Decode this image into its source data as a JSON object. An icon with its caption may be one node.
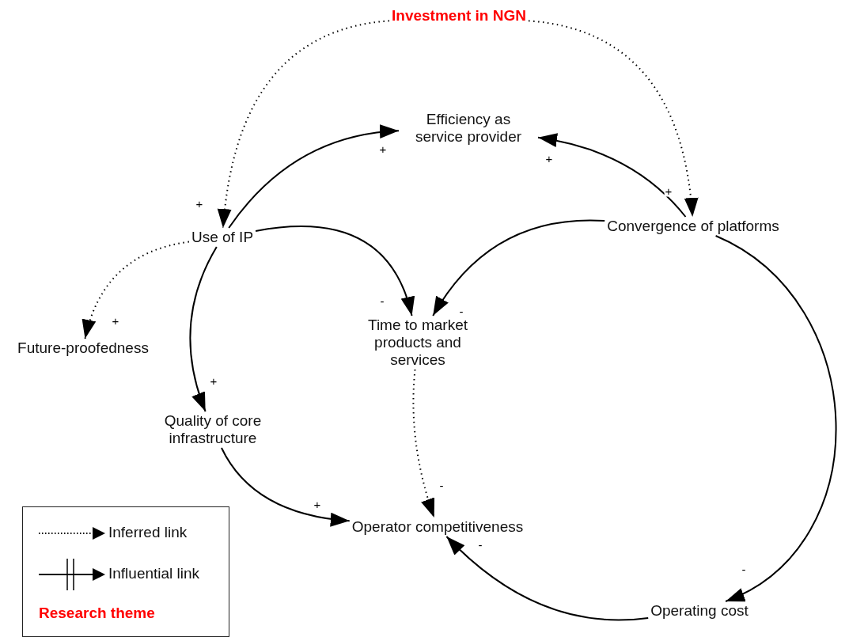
{
  "diagram": {
    "nodes": [
      {
        "text": [
          "Investment in NGN"
        ]
      },
      {
        "text": [
          "Efficiency as service provider"
        ]
      },
      {
        "text": [
          "Use of IP"
        ]
      },
      {
        "text": [
          "Convergence of platforms"
        ]
      },
      {
        "text": [
          "Future-proofedness"
        ]
      },
      {
        "text": [
          "Time to market products and services"
        ]
      },
      {
        "text": [
          "Quality of core infrastructure"
        ]
      },
      {
        "text": [
          "Operator competitiveness"
        ]
      },
      {
        "text": [
          "Operating cost"
        ]
      }
    ],
    "edges": [
      {
        "from": 0,
        "to": 2,
        "arrow": "to",
        "label": "+",
        "style": "dashed"
      },
      {
        "from": 0,
        "to": 3,
        "arrow": "to",
        "label": "+",
        "style": "dashed"
      },
      {
        "from": 2,
        "to": 1,
        "arrow": "to",
        "label": "+"
      },
      {
        "from": 3,
        "to": 1,
        "arrow": "to",
        "label": "+"
      },
      {
        "from": 2,
        "to": 5,
        "arrow": "to",
        "label": "-"
      },
      {
        "from": 3,
        "to": 5,
        "arrow": "to",
        "label": "-"
      },
      {
        "from": 2,
        "to": 4,
        "arrow": "to",
        "label": "+",
        "style": "dashed"
      },
      {
        "from": 2,
        "to": 6,
        "arrow": "to",
        "label": "+"
      },
      {
        "from": 5,
        "to": 7,
        "arrow": "to",
        "label": "-",
        "style": "dashed"
      },
      {
        "from": 6,
        "to": 7,
        "arrow": "to",
        "label": "+"
      },
      {
        "from": 3,
        "to": 8,
        "arrow": "to",
        "label": "-"
      },
      {
        "from": 8,
        "to": 7,
        "arrow": "to",
        "label": "-"
      }
    ],
    "legend": [
      {
        "text": "Inferred link"
      },
      {
        "text": "Influential link"
      },
      {
        "text": "Research theme",
        "color": "#ff0000"
      }
    ]
  }
}
